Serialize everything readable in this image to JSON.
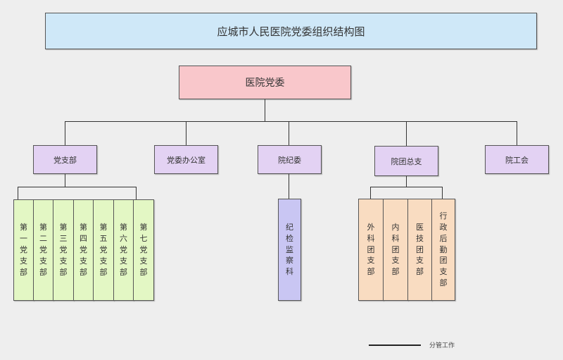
{
  "diagram": {
    "title": "应城市人民医院党委组织结构图",
    "root": "医院党委",
    "level2": [
      {
        "id": "dzb",
        "label": "党支部"
      },
      {
        "id": "dwbgs",
        "label": "党委办公室"
      },
      {
        "id": "yjw",
        "label": "院纪委"
      },
      {
        "id": "ytzz",
        "label": "院团总支"
      },
      {
        "id": "ygh",
        "label": "院工会"
      }
    ],
    "party_branches": [
      "第一党支部",
      "第二党支部",
      "第三党支部",
      "第四党支部",
      "第五党支部",
      "第六党支部",
      "第七党支部"
    ],
    "discipline_units": [
      "纪检监察科"
    ],
    "youth_branches": [
      "外科团支部",
      "内科团支部",
      "医技团支部",
      "行政后勤团支部"
    ],
    "legend": {
      "label": "分管工作"
    }
  }
}
